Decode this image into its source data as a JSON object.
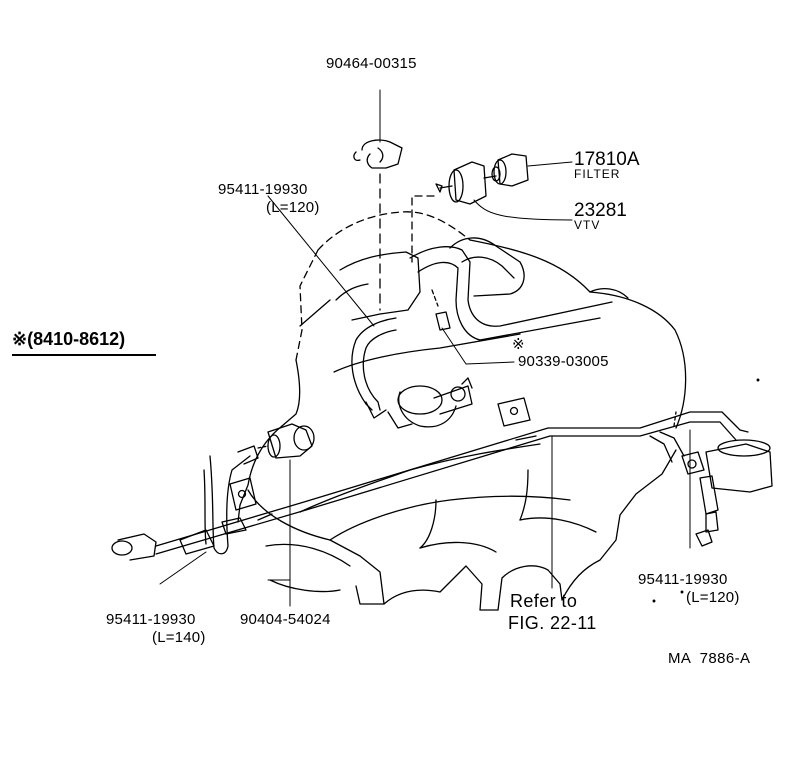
{
  "range_note": {
    "symbol": "※",
    "text": "(8410-8612)"
  },
  "parts": {
    "clip": {
      "number": "90464-00315"
    },
    "filter": {
      "number": "17810A",
      "name": "FILTER"
    },
    "vtv": {
      "number": "23281",
      "name": "VTV"
    },
    "hose_upper": {
      "number": "95411-19930",
      "length": "(L=120)"
    },
    "hose_right": {
      "number": "95411-19930",
      "length": "(L=120)"
    },
    "hose_lower_left": {
      "number": "95411-19930",
      "length": "(L=140)"
    },
    "union_bolt": {
      "number": "90404-54024"
    },
    "plug": {
      "symbol": "※",
      "number": "90339-03005"
    }
  },
  "reference": {
    "line1": "Refer to",
    "line2": "FIG. 22-11"
  },
  "drawing_code": "MA  7886-A",
  "colors": {
    "ink": "#000000",
    "paper": "#ffffff"
  }
}
